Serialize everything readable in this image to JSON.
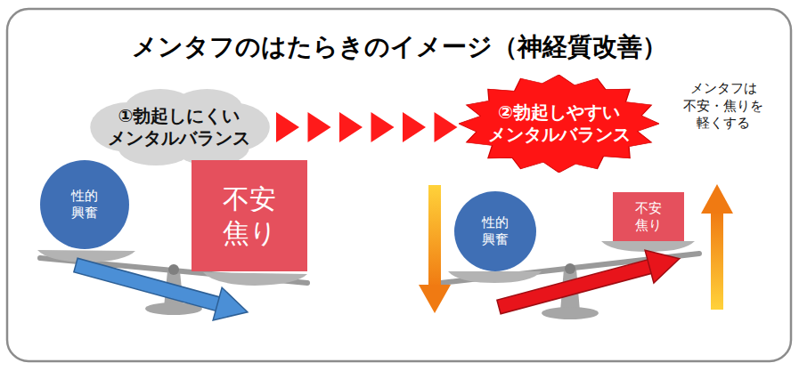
{
  "diagram": {
    "title": "メンタフのはたらきのイメージ（神経質改善）",
    "nodes": [
      {
        "text": [
          "①勃起しにくい メンタルバランス"
        ]
      },
      {
        "text": [
          "②勃起しやすい メンタルバランス"
        ]
      },
      {
        "text": [
          "性的 興奮"
        ]
      },
      {
        "text": [
          "不安 焦り"
        ]
      },
      {
        "text": [
          "性的 興奮"
        ]
      },
      {
        "text": [
          "不安 焦り"
        ]
      }
    ],
    "edges": [
      {
        "from": 0,
        "to": 1,
        "arrow": "to"
      }
    ],
    "labels": [
      "メンタフは 不安・焦りを 軽くする"
    ]
  }
}
